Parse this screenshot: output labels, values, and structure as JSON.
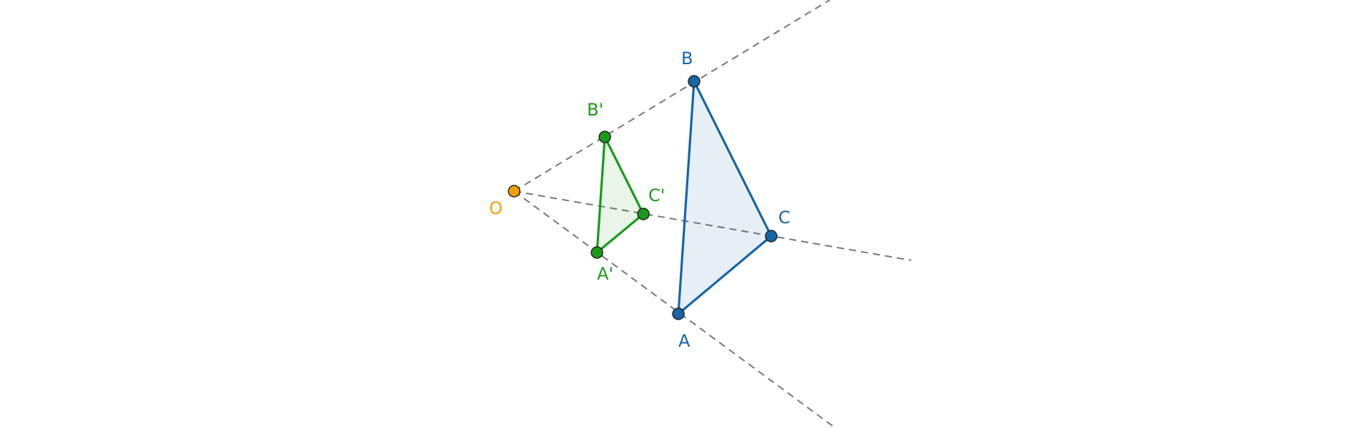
{
  "labels": {
    "center": "O",
    "A": "A",
    "B": "B",
    "C": "C",
    "A_prime": "A'",
    "B_prime": "B'",
    "C_prime": "C'"
  },
  "colors": {
    "original": "#1565a7",
    "image": "#1a9a1a",
    "center": "#f0a000",
    "rays": "#777777"
  }
}
